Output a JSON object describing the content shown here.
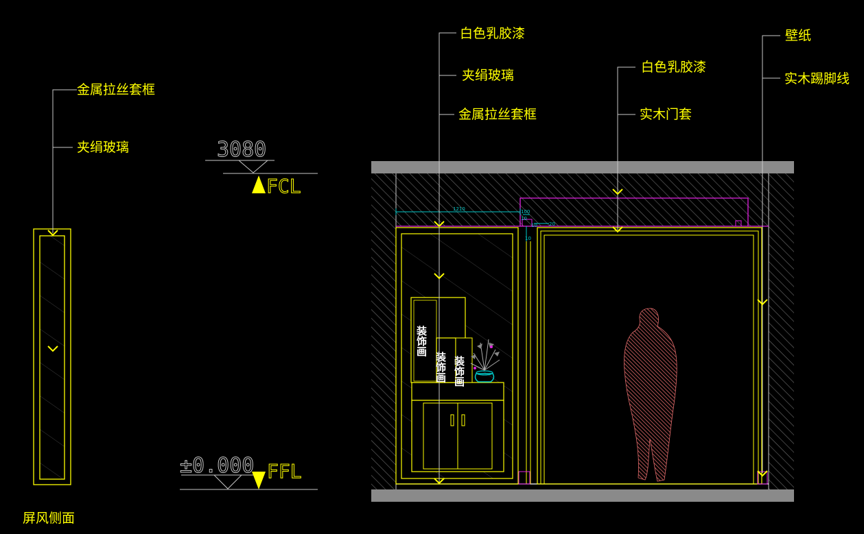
{
  "colors": {
    "background": "#000000",
    "line": "#ffff00",
    "leader": "#c8c8c8",
    "slab": "#8a8a8a",
    "hatch": "#6e6e6e",
    "magenta": "#e020e0",
    "cyan": "#00c8c8",
    "figure": "#e06a6a"
  },
  "screen_side": {
    "title": "屏风侧面",
    "labels": [
      "金属拉丝套框",
      "夹绢玻璃"
    ]
  },
  "levels": {
    "ceiling": {
      "value": "3080",
      "code": "FCL"
    },
    "floor": {
      "value": "±0.000",
      "code": "FFL"
    }
  },
  "elevation": {
    "left_labels": [
      "白色乳胶漆",
      "夹绢玻璃",
      "金属拉丝套框"
    ],
    "middle_labels": [
      "白色乳胶漆",
      "实木门套"
    ],
    "right_labels": [
      "壁纸",
      "实木踢脚线"
    ],
    "paintings": [
      "装饰画",
      "装饰画",
      "装饰画"
    ],
    "dims": [
      "1210",
      "100",
      "10",
      "10",
      "20",
      "10"
    ]
  }
}
